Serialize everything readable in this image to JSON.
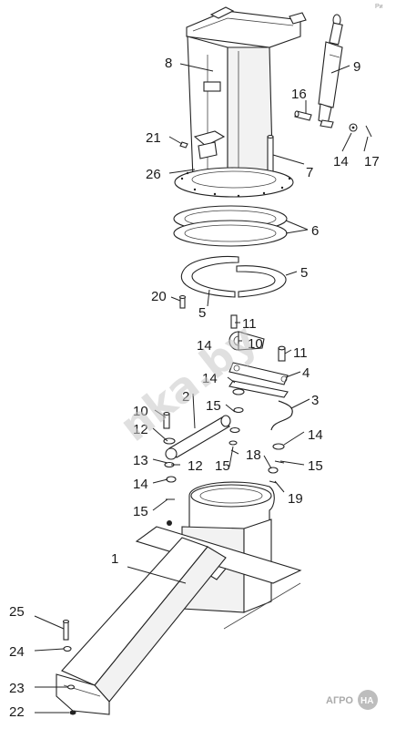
{
  "corner_mark": "Ри",
  "watermark": "nka.by",
  "logo": {
    "text": "АГРО",
    "badge": "НА"
  },
  "labels": {
    "l1": "1",
    "l2": "2",
    "l3": "3",
    "l4": "4",
    "l5a": "5",
    "l5b": "5",
    "l6": "6",
    "l7": "7",
    "l8": "8",
    "l9": "9",
    "l10a": "10",
    "l10b": "10",
    "l11a": "11",
    "l11b": "11",
    "l12a": "12",
    "l12b": "12",
    "l13": "13",
    "l14a": "14",
    "l14b": "14",
    "l14c": "14",
    "l14d": "14",
    "l14e": "14",
    "l15a": "15",
    "l15b": "15",
    "l15c": "15",
    "l15d": "15",
    "l16": "16",
    "l17": "17",
    "l18": "18",
    "l19": "19",
    "l20": "20",
    "l21": "21",
    "l22": "22",
    "l23": "23",
    "l24": "24",
    "l25": "25",
    "l26": "26"
  }
}
